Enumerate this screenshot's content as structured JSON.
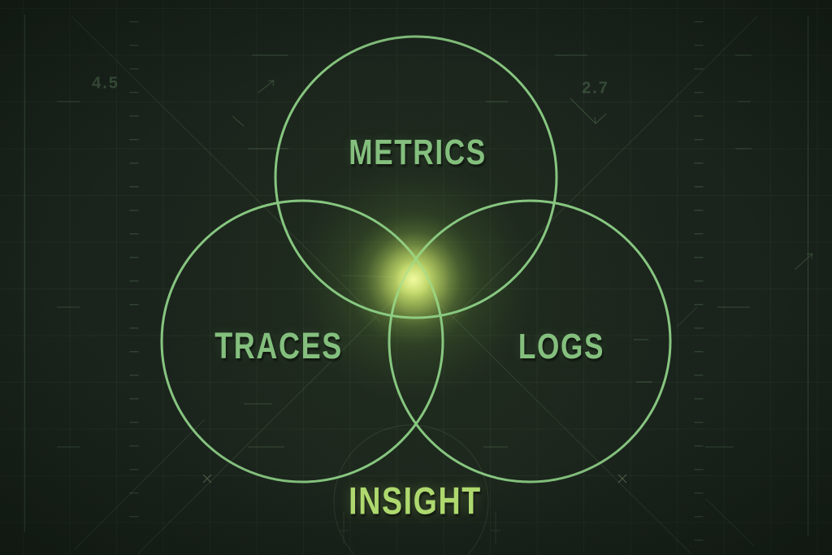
{
  "diagram": {
    "type": "venn",
    "sets": [
      {
        "id": "metrics",
        "label": "METRICS"
      },
      {
        "id": "traces",
        "label": "TRACES"
      },
      {
        "id": "logs",
        "label": "LOGS"
      }
    ],
    "intersection_label": "INSIGHT"
  },
  "background": {
    "left_readout": "4.5",
    "right_readout": "2.7"
  },
  "colors": {
    "background": "#18211a",
    "circle_stroke": "#8ccf85",
    "set_label": "#84bf7e",
    "insight_label": "#aed96f",
    "glow_core": "#eaf98c",
    "grid_line": "#8cc98c"
  }
}
